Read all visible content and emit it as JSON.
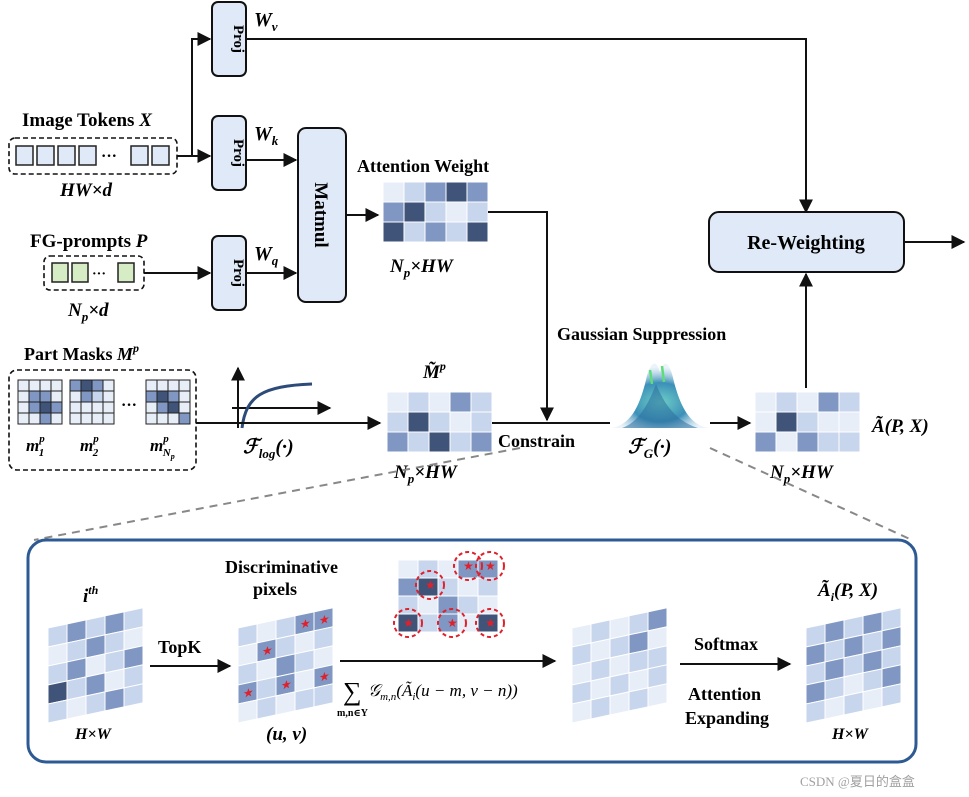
{
  "proj_label": "Proj",
  "wv": "W",
  "wv_sub": "v",
  "wk": "W",
  "wk_sub": "k",
  "wq": "W",
  "wq_sub": "q",
  "image_tokens_label": "Image Tokens",
  "image_tokens_var": "X",
  "hw_d": "HW×d",
  "fg_prompts_label": "FG-prompts",
  "fg_prompts_var": "P",
  "np_d_N": "N",
  "np_d_sub": "p",
  "np_d_rest": "×d",
  "matmul_label": "Matmul",
  "attention_weight_label": "Attention Weight",
  "np_hw_N": "N",
  "np_hw_sub": "p",
  "np_hw_rest": "×HW",
  "reweighting_label": "Re-Weighting",
  "part_masks_label": "Part Masks",
  "part_masks_var": "M",
  "part_masks_sup": "p",
  "mask_m": "m",
  "mask_sup": "p",
  "mask1_sub": "1",
  "mask2_sub": "2",
  "maskN_sub": "N",
  "maskN_subsub": "p",
  "dots": "···",
  "flog": "ℱ",
  "flog_sub": "log",
  "flog_arg": "(·)",
  "mtilde": "M̃",
  "mtilde_sup": "p",
  "gaussian_suppression_label": "Gaussian Suppression",
  "constrain_label": "Constrain",
  "fg": "ℱ",
  "fg_sub": "G",
  "fg_arg": "(·)",
  "atilde_label": "Ã(P, X)",
  "ith": "i",
  "ith_sup": "th",
  "hxw": "H×W",
  "topk_label": "TopK",
  "discriminative_line1": "Discriminative",
  "discriminative_line2": "pixels",
  "uv_label": "(u, v)",
  "sum_sym": "∑",
  "sum_sub": "m,n∈Υ",
  "sum_expr": "𝒢",
  "sum_expr_sub": "m,n",
  "sum_expr_rest": "(Ã",
  "sum_expr_i": "i",
  "sum_expr_tail": "(u − m, v − n))",
  "softmax_label": "Softmax",
  "attention_expanding_line1": "Attention",
  "attention_expanding_line2": "Expanding",
  "atilde_i": "Ã",
  "atilde_i_sub": "i",
  "atilde_i_rest": "(P, X)",
  "watermark": "CSDN @夏日的盒盒",
  "colors": {
    "box_fill": "#dfe9f7",
    "panel_border": "#2e5a94",
    "green_token": "#d6ecc4",
    "star_red": "#e0202a",
    "dark_cell": "#3f5478",
    "mid_cell": "#7f97c2",
    "light_cell": "#c7d6ec",
    "pale_cell": "#e7eef8"
  }
}
